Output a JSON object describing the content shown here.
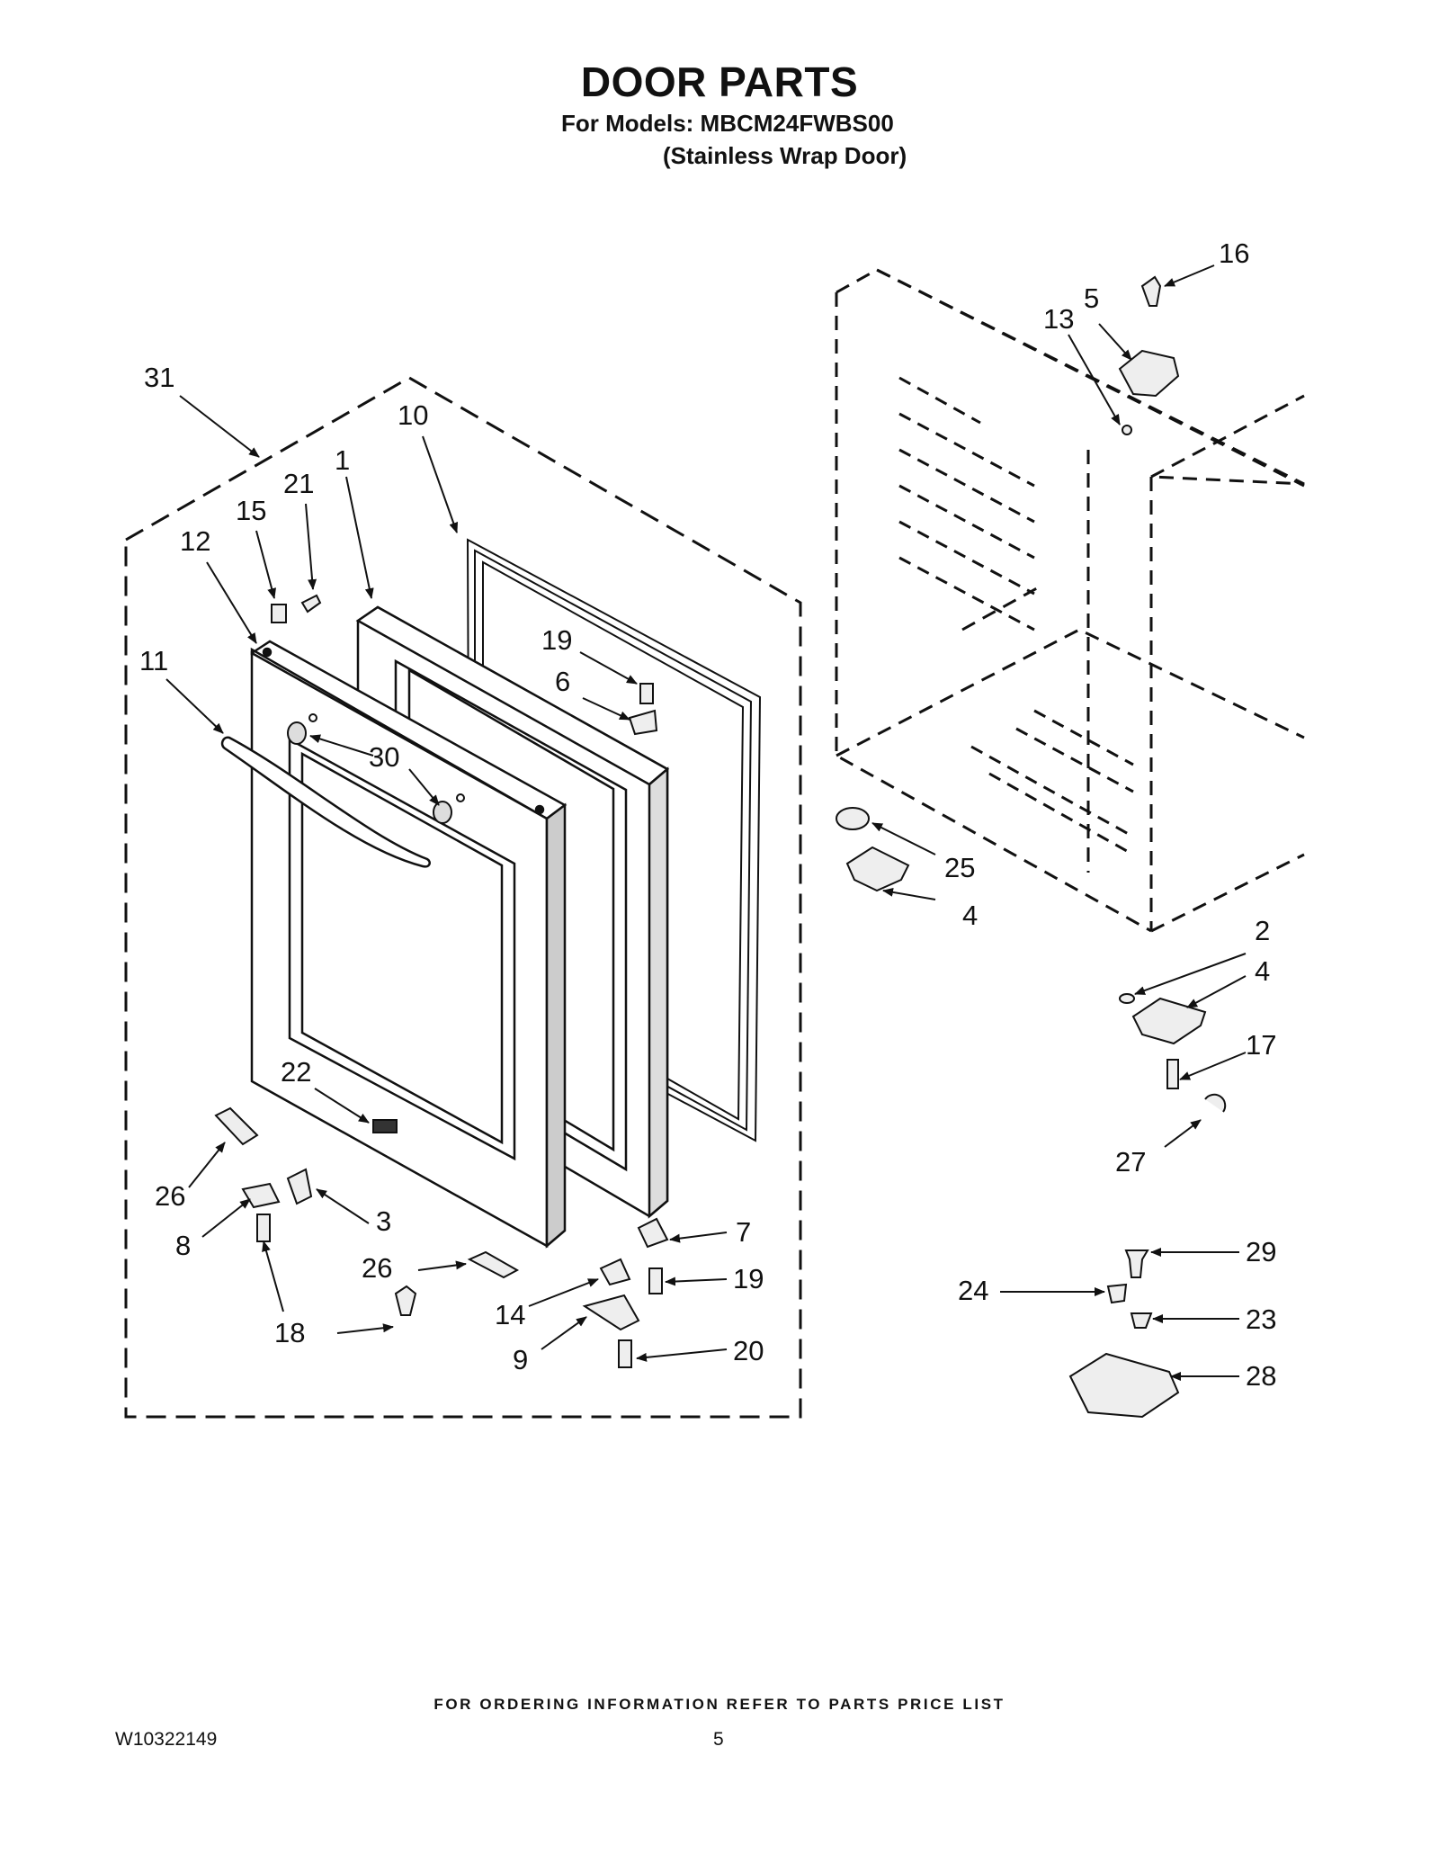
{
  "title": "DOOR PARTS",
  "models_line": "For Models: MBCM24FWBS00",
  "variant_line": "(Stainless Wrap Door)",
  "callouts": [
    "31",
    "10",
    "1",
    "21",
    "15",
    "12",
    "11",
    "19",
    "6",
    "30",
    "22",
    "26",
    "8",
    "3",
    "18",
    "26",
    "14",
    "9",
    "7",
    "19",
    "20",
    "16",
    "5",
    "13",
    "25",
    "4",
    "2",
    "4",
    "17",
    "27",
    "29",
    "24",
    "23",
    "28"
  ],
  "footer": {
    "ordering_note": "FOR ORDERING INFORMATION REFER TO PARTS PRICE LIST",
    "doc_number": "W10322149",
    "page_number": "5"
  }
}
